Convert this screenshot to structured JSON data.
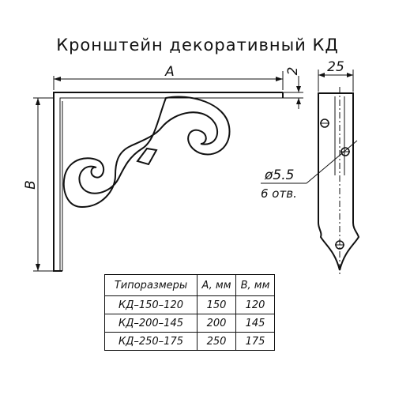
{
  "title": "Кронштейн декоративный КД",
  "dimensions": {
    "a": "A",
    "b": "B",
    "thickness": "2",
    "width": "25",
    "hole_diameter": "ø5.5",
    "hole_count": "6 отв."
  },
  "table": {
    "headers": [
      "Типоразмеры",
      "A, мм",
      "B, мм"
    ],
    "rows": [
      [
        "КД–150–120",
        "150",
        "120"
      ],
      [
        "КД–200–145",
        "200",
        "145"
      ],
      [
        "КД–250–175",
        "250",
        "175"
      ]
    ]
  }
}
